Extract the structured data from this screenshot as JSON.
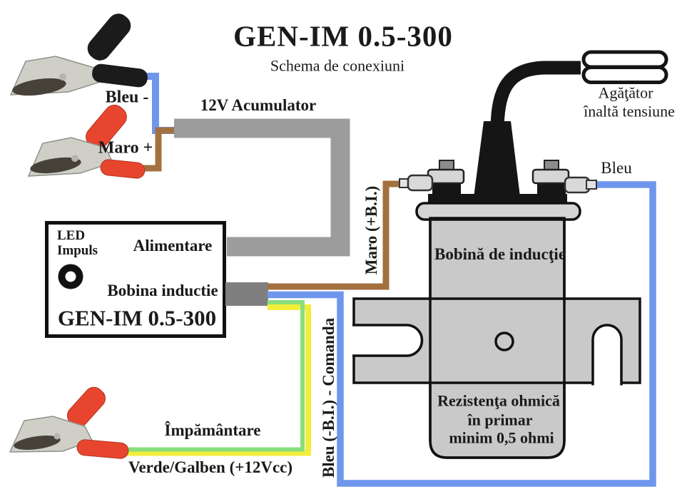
{
  "diagram": {
    "title": "GEN-IM 0.5-300",
    "subtitle": "Schema de conexiuni",
    "battery": {
      "cable_label": "12V Acumulator",
      "negative_label": "Bleu -",
      "positive_label": "Maro +"
    },
    "module": {
      "led_label_line1": "LED",
      "led_label_line2": "Impuls",
      "power_label": "Alimentare",
      "coil_output_label": "Bobina inductie",
      "name": "GEN-IM 0.5-300"
    },
    "wires": {
      "brown_label": "Maro (+B.I.)",
      "blue_command_label": "Bleu (-B.I.) - Comanda",
      "blue_label": "Bleu",
      "ground_label": "Împământare",
      "green_yellow_label": "Verde/Galben (+12Vcc)"
    },
    "coil": {
      "name_label": "Bobină de inducţie",
      "hv_label_line1": "Agăţător",
      "hv_label_line2": "înaltă tensiune",
      "resistance_line1": "Rezistenţa ohmică",
      "resistance_line2": "în primar",
      "resistance_line3": "minim 0,5 ohmi"
    },
    "colors": {
      "blue_wire": "#6e96ec",
      "brown_wire": "#a3713f",
      "gray_cable": "#9c9c9c",
      "connector_gray": "#7f7f7f",
      "green_wire": "#8ade7d",
      "yellow_wire": "#f2ee3a",
      "coil_gray": "#c9c9c9",
      "cap_gray": "#d4d4d4",
      "red_clip": "#e8452f",
      "black_clip": "#1b1b1b"
    }
  }
}
